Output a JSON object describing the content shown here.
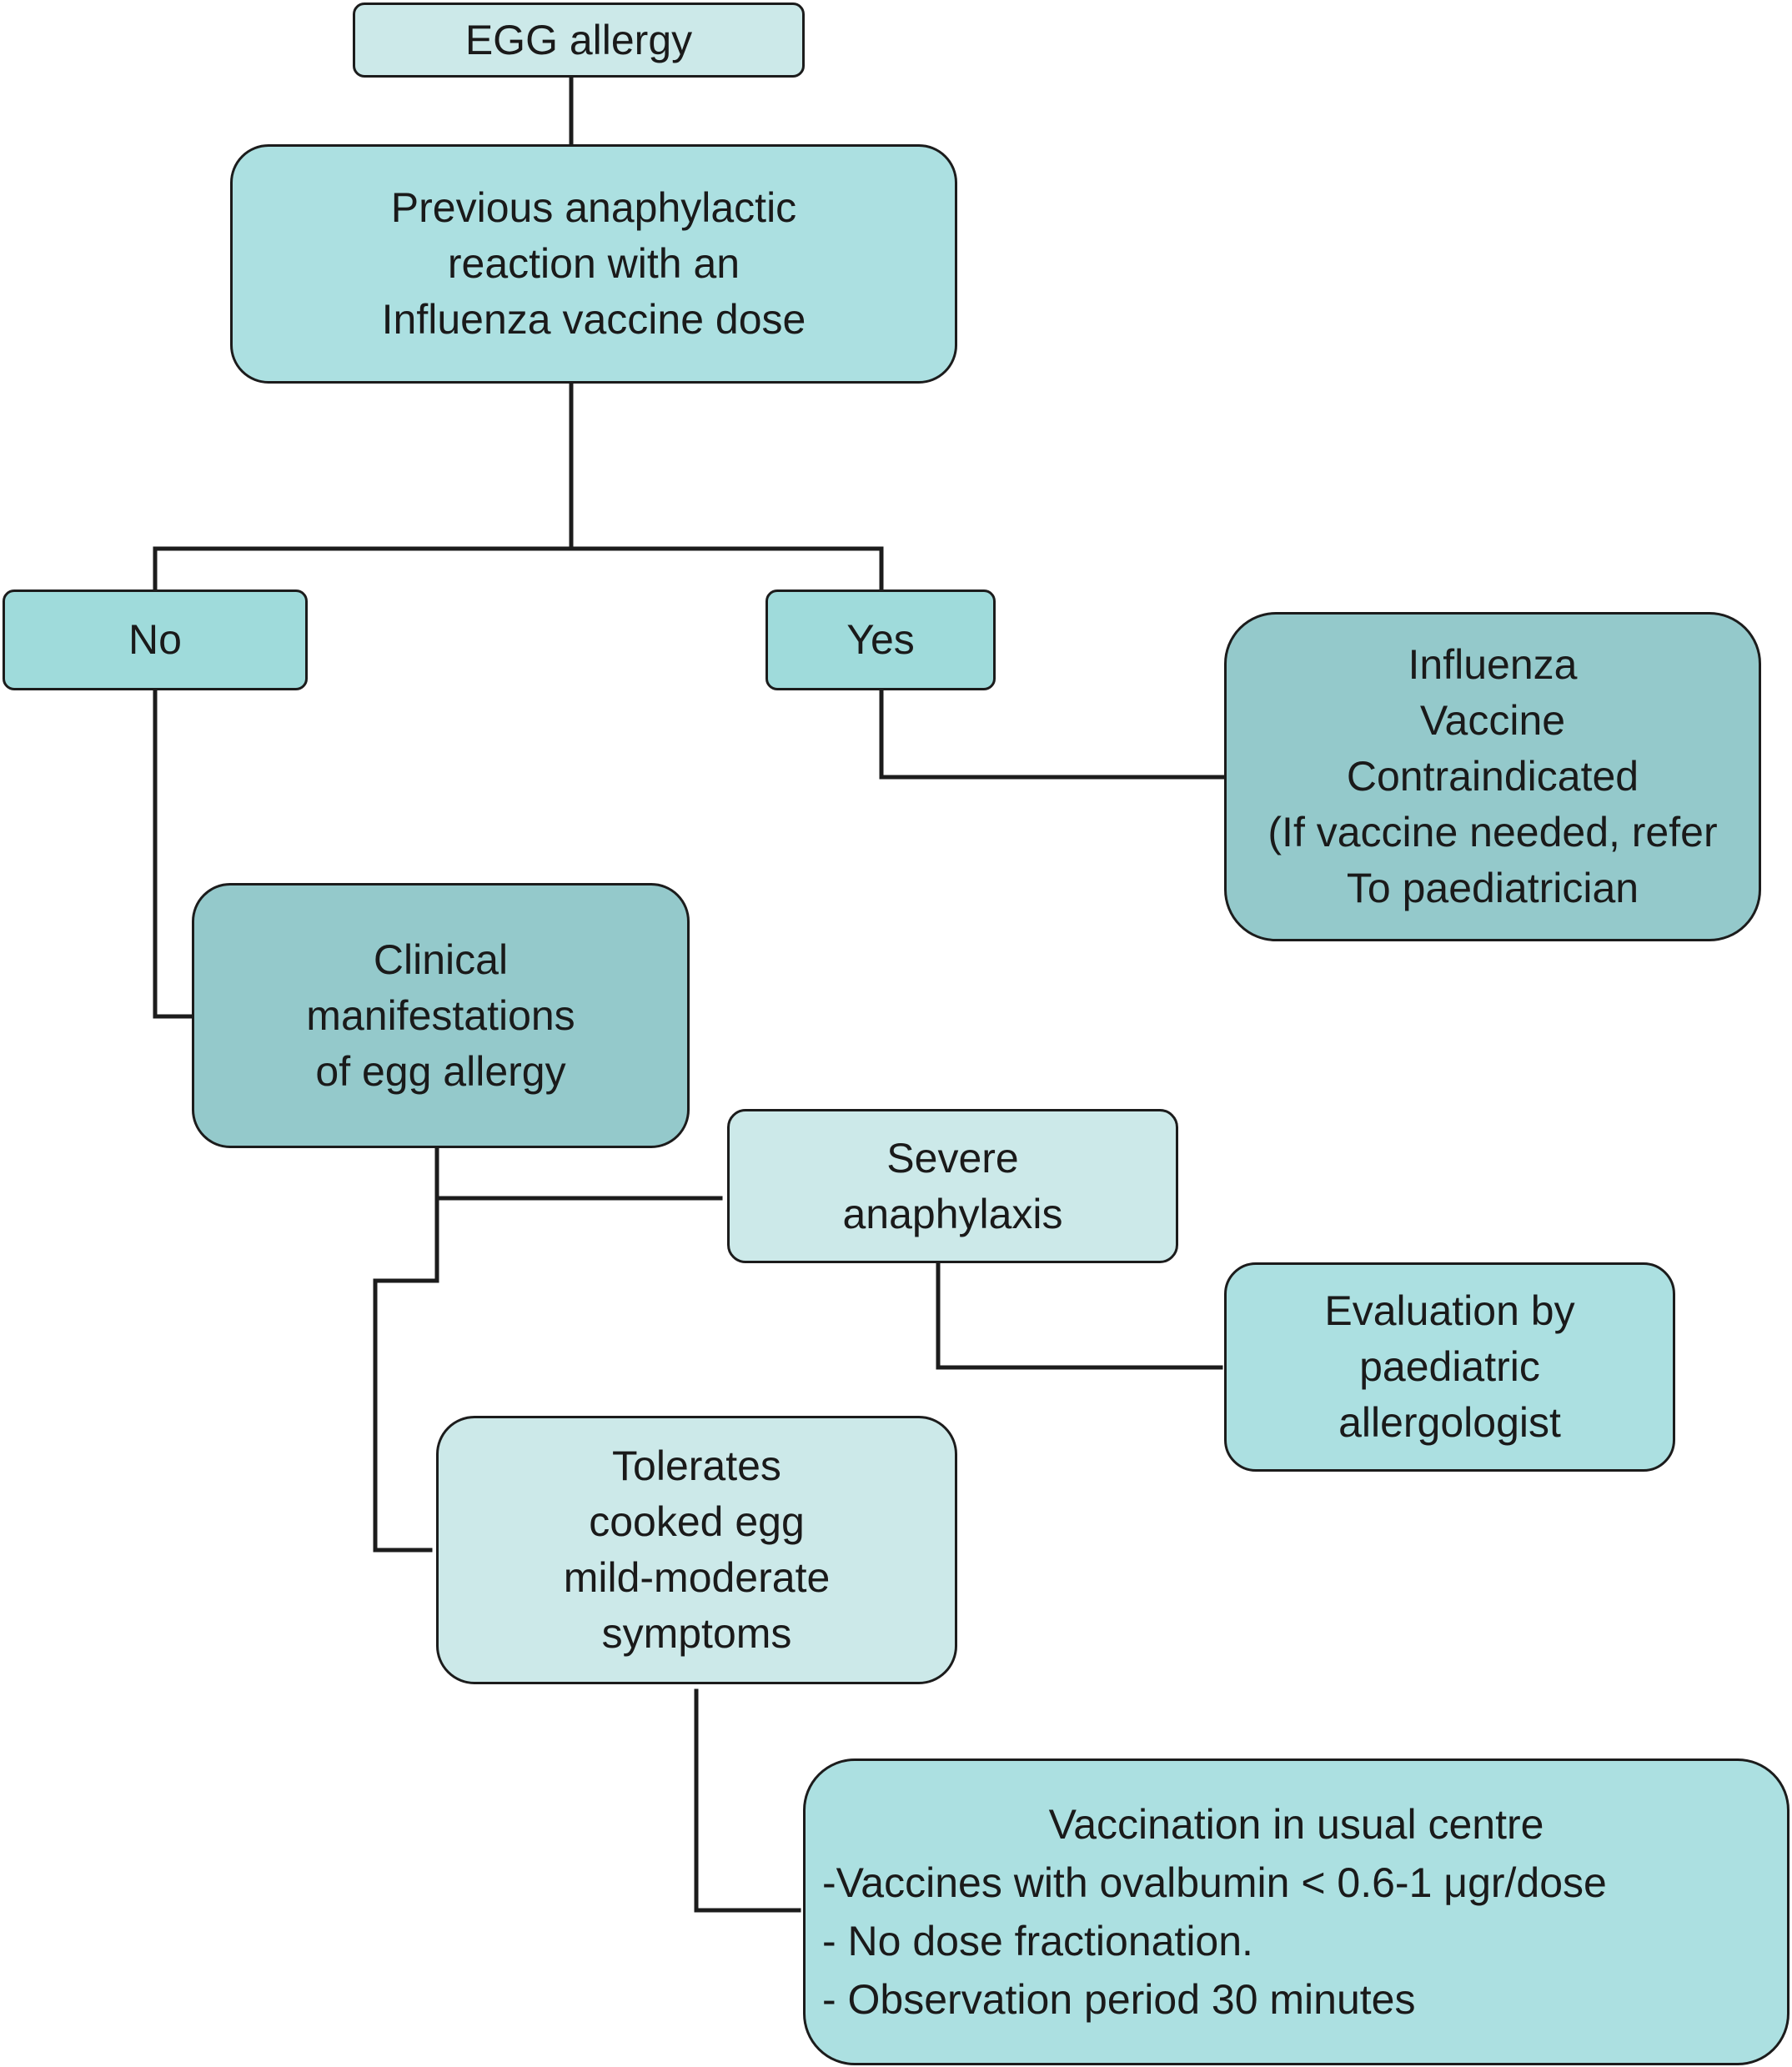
{
  "diagram": {
    "nodes": {
      "egg_allergy": {
        "lines": [
          "EGG allergy"
        ]
      },
      "previous_reaction": {
        "lines": [
          "Previous anaphylactic",
          "reaction with an",
          "Influenza vaccine dose"
        ]
      },
      "no": {
        "lines": [
          "No"
        ]
      },
      "yes": {
        "lines": [
          "Yes"
        ]
      },
      "contraindicated": {
        "lines": [
          "Influenza",
          "Vaccine",
          "Contraindicated",
          "(If vaccine needed, refer",
          "To paediatrician"
        ]
      },
      "clinical": {
        "lines": [
          "Clinical",
          "manifestations",
          "of egg allergy"
        ]
      },
      "severe": {
        "lines": [
          "Severe",
          "anaphylaxis"
        ]
      },
      "evaluation": {
        "lines": [
          "Evaluation by",
          "paediatric",
          "allergologist"
        ]
      },
      "tolerates": {
        "lines": [
          "Tolerates",
          "cooked egg",
          "mild-moderate",
          "symptoms"
        ]
      },
      "vaccination": {
        "lines": [
          "Vaccination in usual centre",
          "-Vaccines with ovalbumin < 0.6-1 μgr/dose",
          "- No dose fractionation.",
          "- Observation period 30 minutes"
        ]
      }
    },
    "edges": [
      {
        "from": "egg_allergy",
        "to": "previous_reaction"
      },
      {
        "from": "previous_reaction",
        "to": "no"
      },
      {
        "from": "previous_reaction",
        "to": "yes"
      },
      {
        "from": "yes",
        "to": "contraindicated"
      },
      {
        "from": "no",
        "to": "clinical"
      },
      {
        "from": "clinical",
        "to": "severe"
      },
      {
        "from": "clinical",
        "to": "tolerates"
      },
      {
        "from": "severe",
        "to": "evaluation"
      },
      {
        "from": "tolerates",
        "to": "vaccination"
      }
    ],
    "colors": {
      "connector": "#1c1c1c",
      "box_light": "#cce9e9",
      "box_mid": "#ace0e1",
      "box_teal": "#9fdbdb",
      "box_dark": "#94c9cb"
    }
  }
}
